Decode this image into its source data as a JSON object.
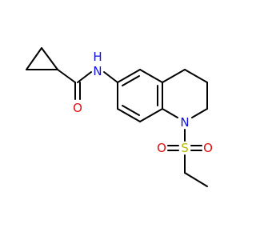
{
  "molecule": {
    "atoms": {
      "nh": {
        "text": "N",
        "sub": "H",
        "color": "#1010dd"
      },
      "o_amide": {
        "text": "O",
        "color": "#dd1010"
      },
      "n_ring": {
        "text": "N",
        "color": "#1010dd"
      },
      "s": {
        "text": "S",
        "color": "#b8b800"
      },
      "o_s1": {
        "text": "O",
        "color": "#dd1010"
      },
      "o_s2": {
        "text": "O",
        "color": "#dd1010"
      }
    },
    "bond_color": "#000000"
  }
}
